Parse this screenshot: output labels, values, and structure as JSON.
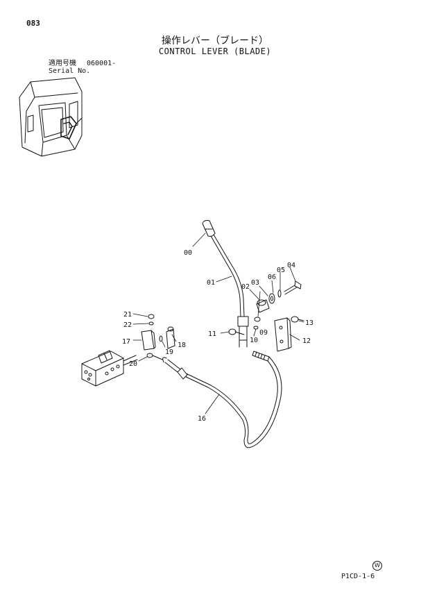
{
  "header": {
    "page_number": "083",
    "title_jp": "操作レバー（ブレード）",
    "title_en": "CONTROL LEVER (BLADE)",
    "serial_label_jp": "適用号機",
    "serial_label_en": "Serial No.",
    "serial_value": "060001-"
  },
  "footer": {
    "code": "P1CD-1-6",
    "mark": "W"
  },
  "callouts": {
    "c00": "00",
    "c01": "01",
    "c02": "02",
    "c03": "03",
    "c04": "04",
    "c05": "05",
    "c06": "06",
    "c09": "09",
    "c10": "10",
    "c11": "11",
    "c12": "12",
    "c13": "13",
    "c16": "16",
    "c17": "17",
    "c18": "18",
    "c19": "19",
    "c20": "20",
    "c21": "21",
    "c22": "22"
  }
}
